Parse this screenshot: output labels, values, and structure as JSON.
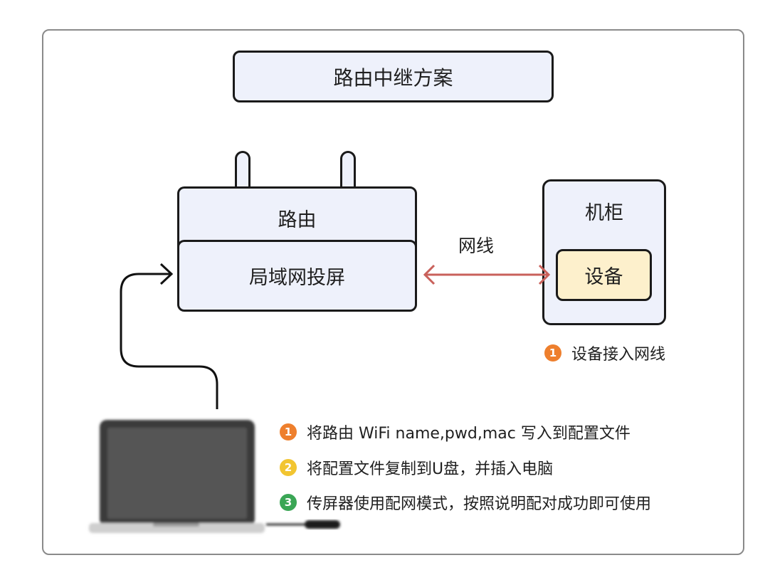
{
  "title": "路由中继方案",
  "router": {
    "top_label": "路由",
    "bottom_label": "局域网投屏"
  },
  "cable_label": "网线",
  "cabinet": {
    "label": "机柜",
    "device_label": "设备"
  },
  "cabinet_note": {
    "badge": "1",
    "text": "设备接入网线",
    "badge_color": "#ee7f2d"
  },
  "steps": [
    {
      "badge": "1",
      "text": "将路由 WiFi name,pwd,mac 写入到配置文件",
      "badge_color": "#ee7f2d"
    },
    {
      "badge": "2",
      "text": "将配置文件复制到U盘，并插入电脑",
      "badge_color": "#f2c531"
    },
    {
      "badge": "3",
      "text": "传屏器使用配网模式，按照说明配对成功即可使用",
      "badge_color": "#3aa655"
    }
  ],
  "colors": {
    "cable_arrow": "#c9615b",
    "box_fill": "#eef1fb",
    "device_fill": "#fdf0cc"
  },
  "icons": {
    "laptop": "laptop-icon",
    "dongle": "screen-dongle-icon"
  }
}
